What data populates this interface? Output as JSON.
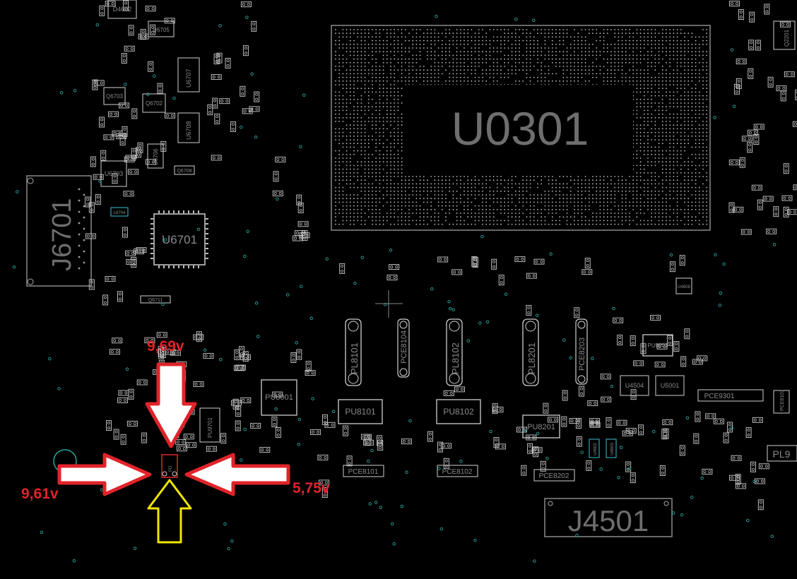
{
  "components": {
    "main_chip": "U0301",
    "connector_left": "J6701",
    "connector_bottom": "J4501",
    "chip_left": "U6701",
    "inductors": [
      "PL8101",
      "PL8102",
      "PL8201"
    ],
    "caps": [
      "PCE8104",
      "PCE8203"
    ],
    "pu": [
      "PU8001",
      "PU8101",
      "PU8102",
      "PU8201",
      "PU9002"
    ],
    "small": [
      "D4602",
      "U6705",
      "U6707",
      "U6708",
      "U6706",
      "Q6703",
      "Q6702",
      "Q6708",
      "U6703",
      "L6704",
      "Q6711",
      "U4504",
      "U5001",
      "PCE9301",
      "PCE8101",
      "PCE8102",
      "PCE8202",
      "U4608",
      "PU9701",
      "Q2201",
      "PL9",
      "PCE8103",
      "U4602",
      "U4603"
    ]
  },
  "measurements": {
    "top": "9,69v",
    "left": "9,61v",
    "right": "5,75v"
  },
  "colors": {
    "trace": "#8a8a8a",
    "pad": "#cfcfcf",
    "arrow_fill": "#ffffff",
    "arrow_red": "#e0242a",
    "arrow_yellow": "#f2e600",
    "via": "#2aa39a"
  }
}
